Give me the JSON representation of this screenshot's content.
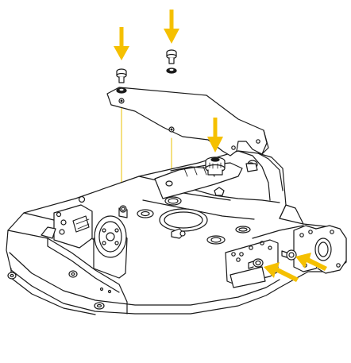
{
  "diagram": {
    "kind": "exploded-assembly-illustration",
    "colors": {
      "line": "#1a1a1a",
      "fill": "#ffffff",
      "arrow": "#f5c000",
      "leader": "#e8c200",
      "shade": "#d9d9d9"
    },
    "parts": [
      {
        "name": "cover-plate"
      },
      {
        "name": "screw-left"
      },
      {
        "name": "screw-right"
      },
      {
        "name": "washer-left"
      },
      {
        "name": "washer-right"
      },
      {
        "name": "plug"
      },
      {
        "name": "housing"
      }
    ],
    "arrows": [
      {
        "name": "arrow-screw-left",
        "direction": "down"
      },
      {
        "name": "arrow-screw-right",
        "direction": "down"
      },
      {
        "name": "arrow-plug",
        "direction": "down"
      },
      {
        "name": "arrow-port-lower",
        "direction": "up-left"
      },
      {
        "name": "arrow-port-side",
        "direction": "up-left"
      }
    ]
  }
}
